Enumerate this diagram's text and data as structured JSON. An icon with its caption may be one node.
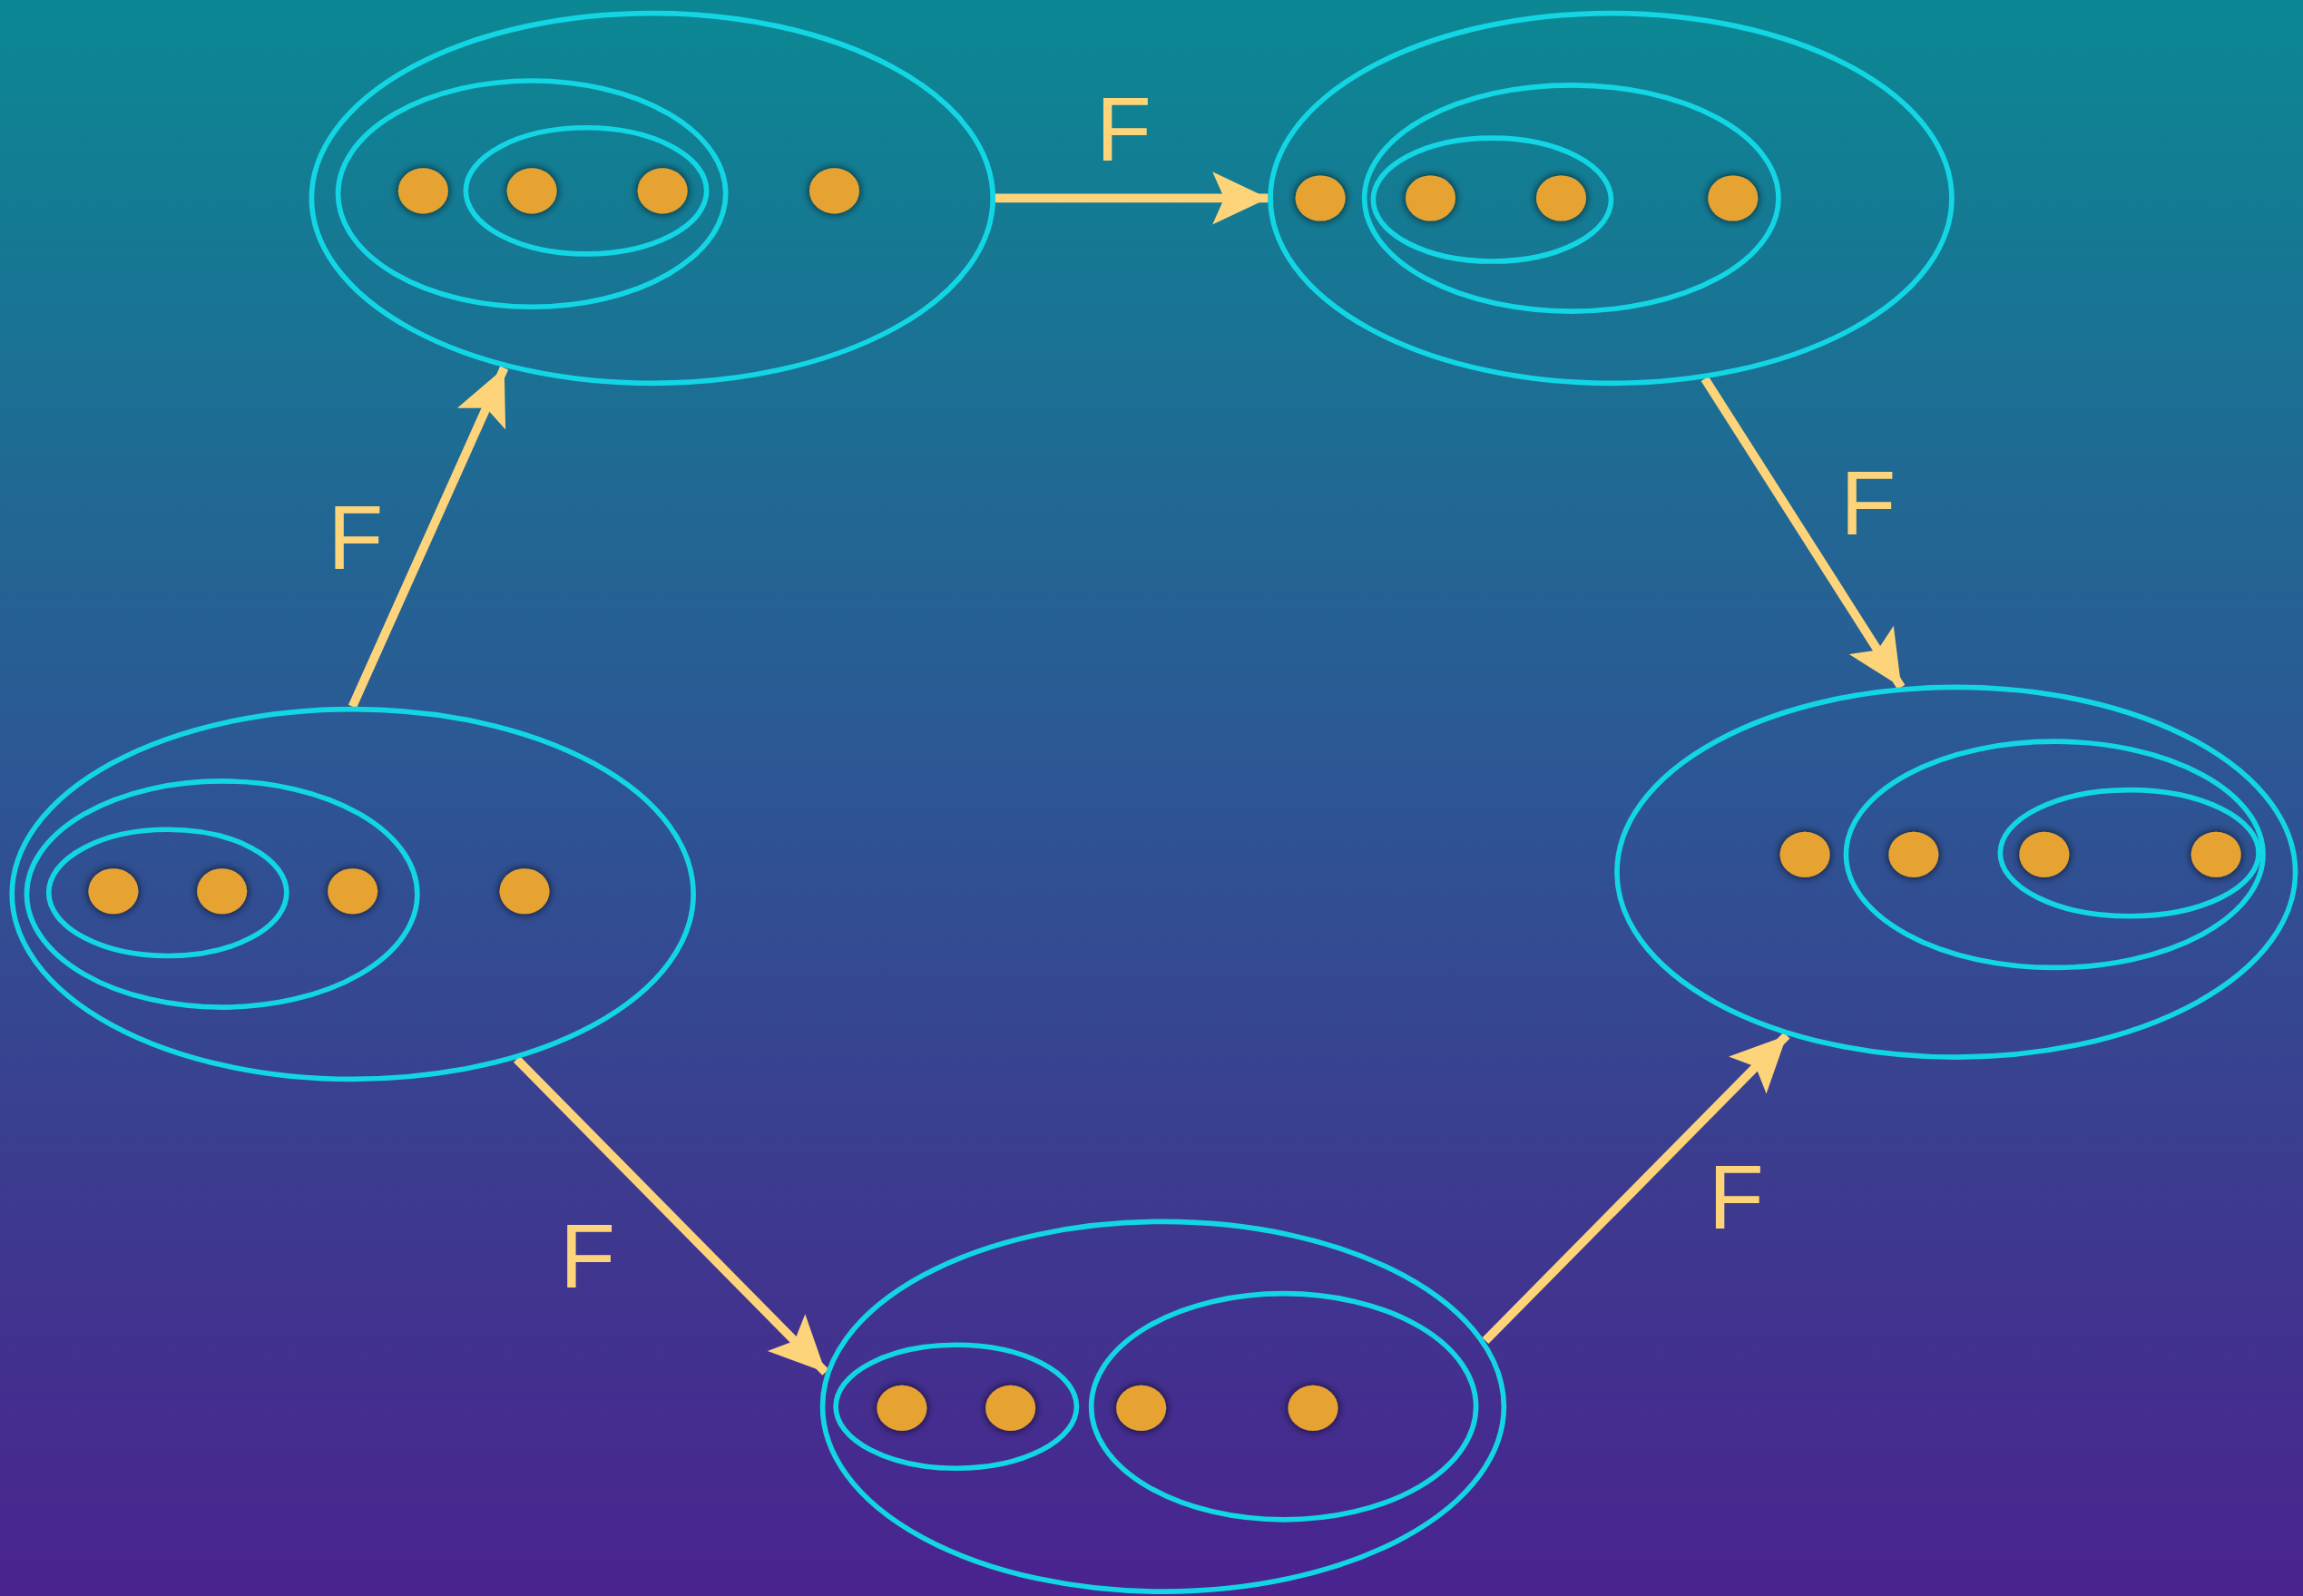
{
  "diagram": {
    "nodes": [
      {
        "text": [],
        "shape": "ellipse"
      },
      {
        "text": [],
        "shape": "ellipse",
        "in": 0
      },
      {
        "text": [],
        "shape": "ellipse",
        "in": 1
      },
      {
        "text": [],
        "shape": "circle",
        "in": 1
      },
      {
        "text": [],
        "shape": "circle",
        "in": 2
      },
      {
        "text": [],
        "shape": "circle",
        "in": 2
      },
      {
        "text": [],
        "shape": "circle",
        "in": 0
      },
      {
        "text": [],
        "shape": "ellipse"
      },
      {
        "text": [],
        "shape": "ellipse",
        "in": 7
      },
      {
        "text": [],
        "shape": "ellipse",
        "in": 8
      },
      {
        "text": [],
        "shape": "circle",
        "in": 7
      },
      {
        "text": [],
        "shape": "circle",
        "in": 9
      },
      {
        "text": [],
        "shape": "circle",
        "in": 9
      },
      {
        "text": [],
        "shape": "circle",
        "in": 8
      },
      {
        "text": [],
        "shape": "ellipse"
      },
      {
        "text": [],
        "shape": "ellipse",
        "in": 14
      },
      {
        "text": [],
        "shape": "ellipse",
        "in": 15
      },
      {
        "text": [],
        "shape": "circle",
        "in": 16
      },
      {
        "text": [],
        "shape": "circle",
        "in": 16
      },
      {
        "text": [],
        "shape": "circle",
        "in": 15
      },
      {
        "text": [],
        "shape": "circle",
        "in": 14
      },
      {
        "text": [],
        "shape": "ellipse"
      },
      {
        "text": [],
        "shape": "ellipse",
        "in": 21
      },
      {
        "text": [],
        "shape": "ellipse",
        "in": 22
      },
      {
        "text": [],
        "shape": "circle",
        "in": 21
      },
      {
        "text": [],
        "shape": "circle",
        "in": 22
      },
      {
        "text": [],
        "shape": "circle",
        "in": 23
      },
      {
        "text": [],
        "shape": "circle",
        "in": 23
      },
      {
        "text": [],
        "shape": "ellipse"
      },
      {
        "text": [],
        "shape": "ellipse",
        "in": 28
      },
      {
        "text": [],
        "shape": "ellipse",
        "in": 28
      },
      {
        "text": [],
        "shape": "circle",
        "in": 29
      },
      {
        "text": [],
        "shape": "circle",
        "in": 29
      },
      {
        "text": [],
        "shape": "circle",
        "in": 30
      },
      {
        "text": [],
        "shape": "circle",
        "in": 30
      }
    ],
    "edges": [
      {
        "from": 14,
        "to": 0,
        "arrow": "to",
        "label": "F"
      },
      {
        "from": 0,
        "to": 7,
        "arrow": "to",
        "label": "F"
      },
      {
        "from": 7,
        "to": 21,
        "arrow": "to",
        "label": "F"
      },
      {
        "from": 14,
        "to": 28,
        "arrow": "to",
        "label": "F"
      },
      {
        "from": 28,
        "to": 21,
        "arrow": "to",
        "label": "F"
      }
    ]
  }
}
